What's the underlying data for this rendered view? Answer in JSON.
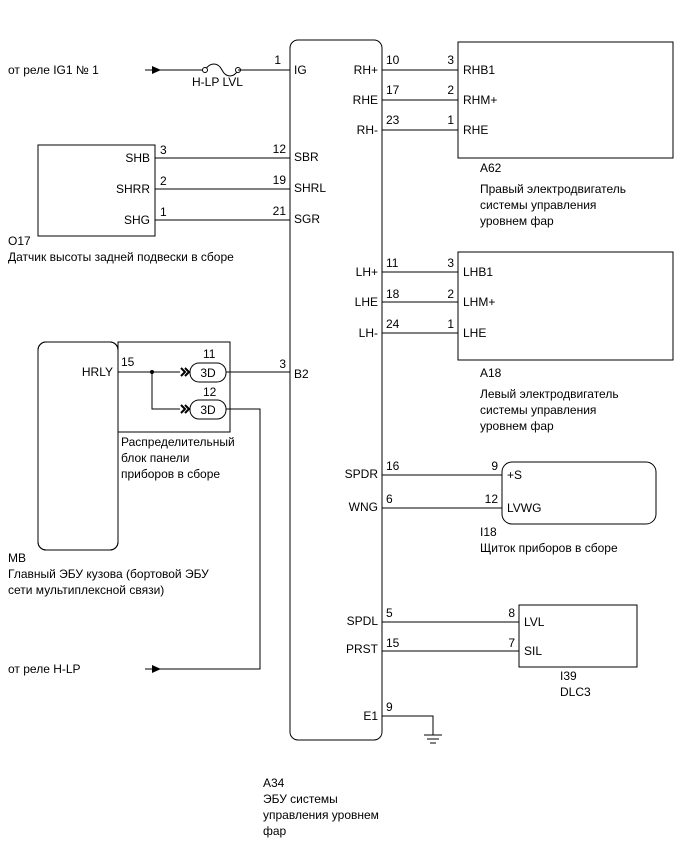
{
  "sources": {
    "ig1_relay": "от реле IG1 № 1",
    "hlp_relay": "от реле H-LP",
    "fuse": "H-LP LVL"
  },
  "ecu": {
    "code": "A34",
    "name_line1": "ЭБУ системы",
    "name_line2": "управления уровнем",
    "name_line3": "фар",
    "pins": {
      "ig": {
        "num": "1",
        "name": "IG"
      },
      "sbr": {
        "num": "12",
        "name": "SBR"
      },
      "shrl": {
        "num": "19",
        "name": "SHRL"
      },
      "sgr": {
        "num": "21",
        "name": "SGR"
      },
      "b2": {
        "num": "3",
        "name": "B2"
      },
      "rhp": {
        "num": "10",
        "name": "RH+"
      },
      "rhe": {
        "num": "17",
        "name": "RHE"
      },
      "rhm": {
        "num": "23",
        "name": "RH-"
      },
      "lhp": {
        "num": "11",
        "name": "LH+"
      },
      "lhe": {
        "num": "18",
        "name": "LHE"
      },
      "lhm": {
        "num": "24",
        "name": "LH-"
      },
      "spdr": {
        "num": "16",
        "name": "SPDR"
      },
      "wng": {
        "num": "6",
        "name": "WNG"
      },
      "spdl": {
        "num": "5",
        "name": "SPDL"
      },
      "prst": {
        "num": "15",
        "name": "PRST"
      },
      "e1": {
        "num": "9",
        "name": "E1"
      }
    }
  },
  "sensor": {
    "code": "O17",
    "name": "Датчик высоты задней подвески в сборе",
    "pins": [
      {
        "num": "3",
        "name": "SHB"
      },
      {
        "num": "2",
        "name": "SHRR"
      },
      {
        "num": "1",
        "name": "SHG"
      }
    ]
  },
  "right_motor": {
    "code": "A62",
    "name_line1": "Правый электродвигатель",
    "name_line2": "системы управления",
    "name_line3": "уровнем фар",
    "pins": [
      {
        "num": "3",
        "name": "RHB1"
      },
      {
        "num": "2",
        "name": "RHM+"
      },
      {
        "num": "1",
        "name": "RHE"
      }
    ]
  },
  "left_motor": {
    "code": "A18",
    "name_line1": "Левый электродвигатель",
    "name_line2": "системы управления",
    "name_line3": "уровнем фар",
    "pins": [
      {
        "num": "3",
        "name": "LHB1"
      },
      {
        "num": "2",
        "name": "LHM+"
      },
      {
        "num": "1",
        "name": "LHE"
      }
    ]
  },
  "body_ecu": {
    "code": "MB",
    "name_line1": "Главный ЭБУ кузова (бортовой ЭБУ",
    "name_line2": "сети мультиплексной связи)",
    "pin": {
      "num": "15",
      "name": "HRLY"
    },
    "junction_line1": "Распределительный",
    "junction_line2": "блок панели",
    "junction_line3": "приборов в сборе",
    "connector_top": {
      "num": "11",
      "label": "3D"
    },
    "connector_bottom": {
      "num": "12",
      "label": "3D"
    }
  },
  "meter": {
    "code": "I18",
    "name": "Щиток приборов в сборе",
    "pins": [
      {
        "num": "9",
        "name": "+S"
      },
      {
        "num": "12",
        "name": "LVWG"
      }
    ]
  },
  "dlc": {
    "code": "I39",
    "name": "DLC3",
    "pins": [
      {
        "num": "8",
        "name": "LVL"
      },
      {
        "num": "7",
        "name": "SIL"
      }
    ]
  }
}
